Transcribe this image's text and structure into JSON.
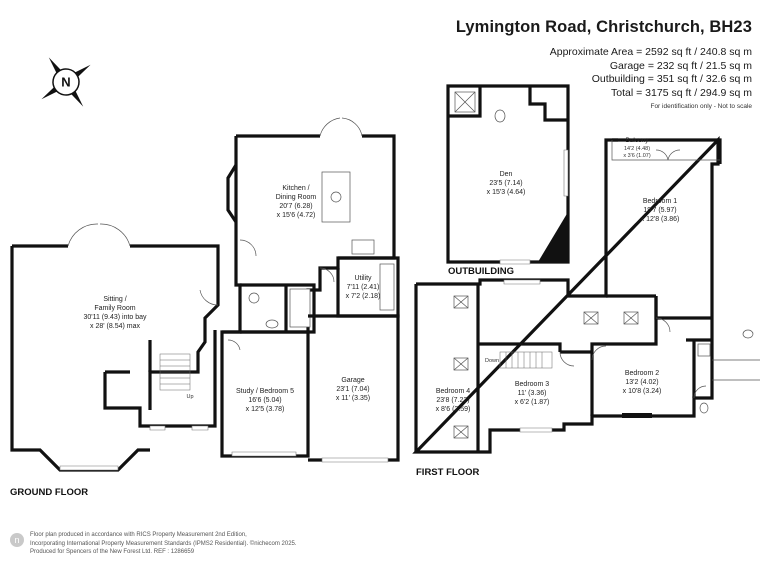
{
  "header": {
    "title": "Lymington Road, Christchurch, BH23",
    "areas": [
      "Approximate Area = 2592 sq ft / 240.8 sq m",
      "Garage = 232 sq ft / 21.5 sq m",
      "Outbuilding = 351 sq ft / 32.6 sq m",
      "Total = 3175 sq ft / 294.9 sq m"
    ],
    "note": "For identification only - Not to scale"
  },
  "compass": {
    "label": "N"
  },
  "floors": {
    "ground": "GROUND FLOOR",
    "first": "FIRST FLOOR",
    "outbuilding": "OUTBUILDING"
  },
  "rooms": {
    "sitting": {
      "name": "Sitting /",
      "name2": "Family Room",
      "dim1": "30'11 (9.43) into bay",
      "dim2": "x 28' (8.54) max"
    },
    "kitchen": {
      "name": "Kitchen /",
      "name2": "Dining Room",
      "dim1": "20'7 (6.28)",
      "dim2": "x 15'6 (4.72)"
    },
    "utility": {
      "name": "Utility",
      "dim1": "7'11 (2.41)",
      "dim2": "x 7'2 (2.18)"
    },
    "study": {
      "name": "Study / Bedroom 5",
      "dim1": "16'6 (5.04)",
      "dim2": "x 12'5 (3.78)"
    },
    "garage": {
      "name": "Garage",
      "dim1": "23'1 (7.04)",
      "dim2": "x 11' (3.35)"
    },
    "den": {
      "name": "Den",
      "dim1": "23'5 (7.14)",
      "dim2": "x 15'3 (4.64)"
    },
    "balcony": {
      "name": "Balcony",
      "dim1": "14'2 (4.48)",
      "dim2": "x 3'6 (1.07)"
    },
    "bedroom1": {
      "name": "Bedroom 1",
      "dim1": "19'7 (5.97)",
      "dim2": "x 12'8 (3.86)"
    },
    "bedroom2": {
      "name": "Bedroom 2",
      "dim1": "13'2 (4.02)",
      "dim2": "x 10'8 (3.24)"
    },
    "bedroom3": {
      "name": "Bedroom 3",
      "dim1": "11' (3.36)",
      "dim2": "x 6'2 (1.87)"
    },
    "bedroom4": {
      "name": "Bedroom 4",
      "dim1": "23'8 (7.22)",
      "dim2": "x 8'6 (2.59)"
    }
  },
  "stairs": {
    "up": "Up",
    "down": "Down"
  },
  "footer": {
    "line1": "Floor plan produced in accordance with RICS Property Measurement 2nd Edition,",
    "line2": "Incorporating International Property Measurement Standards (IPMS2 Residential).  ©nichecom 2025.",
    "line3": "Produced for Spencers of the New Forest Ltd.   REF : 1286659",
    "icon": "n"
  }
}
